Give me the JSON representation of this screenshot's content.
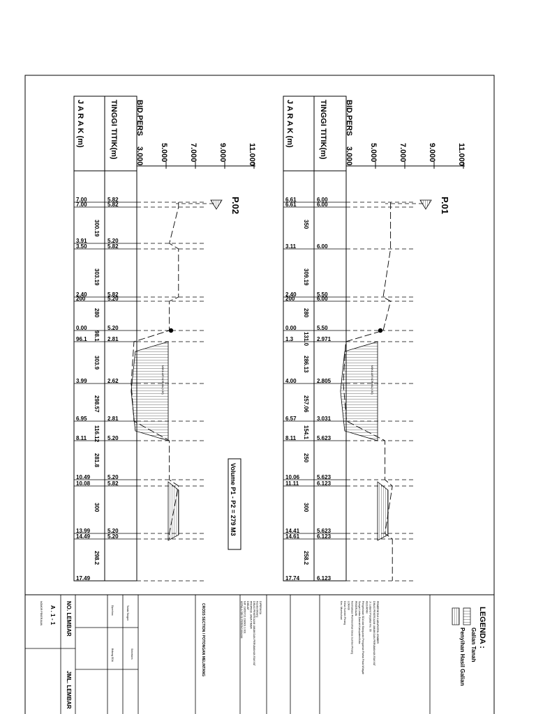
{
  "sections": [
    {
      "id": "p01",
      "label": "P.01",
      "bid_pers": "BID.PERS",
      "datum": "3.000",
      "ticks": [
        "5.000",
        "7.000",
        "9.000",
        "11.000"
      ],
      "row_tinggi": "TINGGI TITIK(m)",
      "row_jarak": "J A R A K     (m)",
      "jarak": [
        "6.61",
        "6.61",
        "3.11",
        "2.40",
        "200",
        "0.00",
        "1.3",
        "4.00",
        "6.57",
        "8.11",
        "10.06",
        "11.11",
        "14.41",
        "14.61",
        "17.74"
      ],
      "tinggi": [
        "6.00",
        "6.00",
        "6.00",
        "5.50",
        "6.00",
        "5.50",
        "2.971",
        "2.805",
        "3.031",
        "5.623",
        "5.623",
        "6.123",
        "5.623",
        "6.123",
        "6.123"
      ],
      "segments": [
        "350",
        "309.19",
        "280",
        "131.0",
        "286.13",
        "257.06",
        "154.1",
        "250",
        "300",
        "258.2"
      ],
      "water_label": "MUKA AIR NORMAL(4.80)"
    },
    {
      "id": "p02",
      "label": "P.02",
      "bid_pers": "BID.PERS",
      "datum": "3.000",
      "ticks": [
        "5.000",
        "7.000",
        "9.000",
        "11.000"
      ],
      "row_tinggi": "TINGGI TITIK(m)",
      "row_jarak": "J A R A K     (m)",
      "jarak": [
        "7.00",
        "7.00",
        "3.91",
        "3.50",
        "2.40",
        "200",
        "0.00",
        "96.1",
        "3.99",
        "6.95",
        "8.11",
        "10.49",
        "10.08",
        "13.99",
        "14.49",
        "17.49"
      ],
      "tinggi": [
        "5.82",
        "5.82",
        "5.20",
        "5.82",
        "5.82",
        "5.20",
        "5.20",
        "2.81",
        "2.62",
        "2.81",
        "5.20",
        "5.20",
        "5.82",
        "5.20",
        "5.20"
      ],
      "segments": [
        "300.19",
        "303.19",
        "280",
        "98.1",
        "303.9",
        "298.57",
        "116.12",
        "281.8",
        "300",
        "298.2"
      ],
      "water_label": "MUKA AIR NORMAL(4.80)"
    }
  ],
  "volume_label": "Volume P1 - P2 = 279 M3",
  "legend": {
    "title": "LEGENDA :",
    "items": [
      "Galian Tanah",
      "Penyihan Hasil Galian"
    ]
  },
  "title_block": {
    "col1": [
      "PEMERINTAH KABUPATEN JEMBER",
      "DINAS PEKERJAAN UMUM DAN PERUMAHAN RAKYAT",
      "Jl. Letjend Panjaitan No. 55",
      "KEGIATAN",
      "Pengelolaan SDA dan Bangunan Pengaman Pantai Pada Wilayah",
      "Sungai Lintas Daerah Kabupaten/Kota",
      "PEKERJAAN",
      "Normalisasi Pembersihan Desa Sumber Pinang",
      "LOKASI",
      "Desa Sumber Pinang",
      "Kec. Mumbulsari"
    ],
    "col2": [
      "DIPERIKSA",
      "Kepala Bidang",
      "DINAS PEKERJAAN UMUM DAN PERUMAHAN RAKYAT",
      "PROPINSI JAWA TIMUR",
      "DIBUAT",
      "NIP. 19650721 198901 1 001",
      "KEPALA SEKSI PERENCANAAN"
    ],
    "col3": [
      "GAMBAR",
      "CROSS SECTION",
      "Tanda Tangan",
      "Sekretaris",
      "Diperiksa",
      "Bidang SDA"
    ],
    "drawing_title": "CROSS SECTION / POTONGAN MELINTANG",
    "sheet_label": "NO. LEMBAR",
    "sheet_value": "A . 1 - 1",
    "total_label": "JML. LEMBAR",
    "sheet_sub": "NOMOR PEKERJAAN"
  }
}
